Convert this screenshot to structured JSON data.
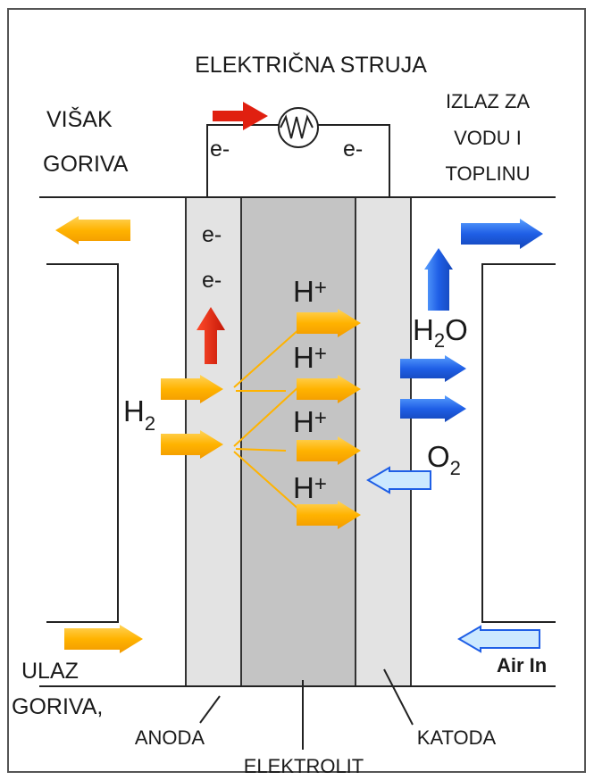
{
  "labels": {
    "current": "ELEKTRIČNA STRUJA",
    "excess_fuel_1": "VIŠAK",
    "excess_fuel_2": "GORIVA",
    "water_heat_1": "IZLAZ ZA",
    "water_heat_2": "VODU  I",
    "water_heat_3": "TOPLINU",
    "fuel_in_1": "ULAZ",
    "fuel_in_2": "GORIVA,",
    "air_in": "Air In",
    "anode": "ANODA",
    "electrolyte": "ELEKTROLIT",
    "cathode": "KATODA"
  },
  "symbols": {
    "electron": "e-",
    "h2": "H",
    "h2_sub": "2",
    "h_plus": "H",
    "plus": "+",
    "h2o_h": "H",
    "h2o_sub": "2",
    "h2o_o": "O",
    "o2": "O",
    "o2_sub": "2"
  },
  "colors": {
    "fuel_arrow": "#ffb300",
    "water_arrow": "#1f5fe6",
    "air_arrow": "#cce9ff",
    "electron_arrow": "#e02010",
    "anode_fill": "#e3e3e3",
    "electrolyte_fill": "#c4c4c4",
    "cathode_fill": "#e3e3e3"
  }
}
